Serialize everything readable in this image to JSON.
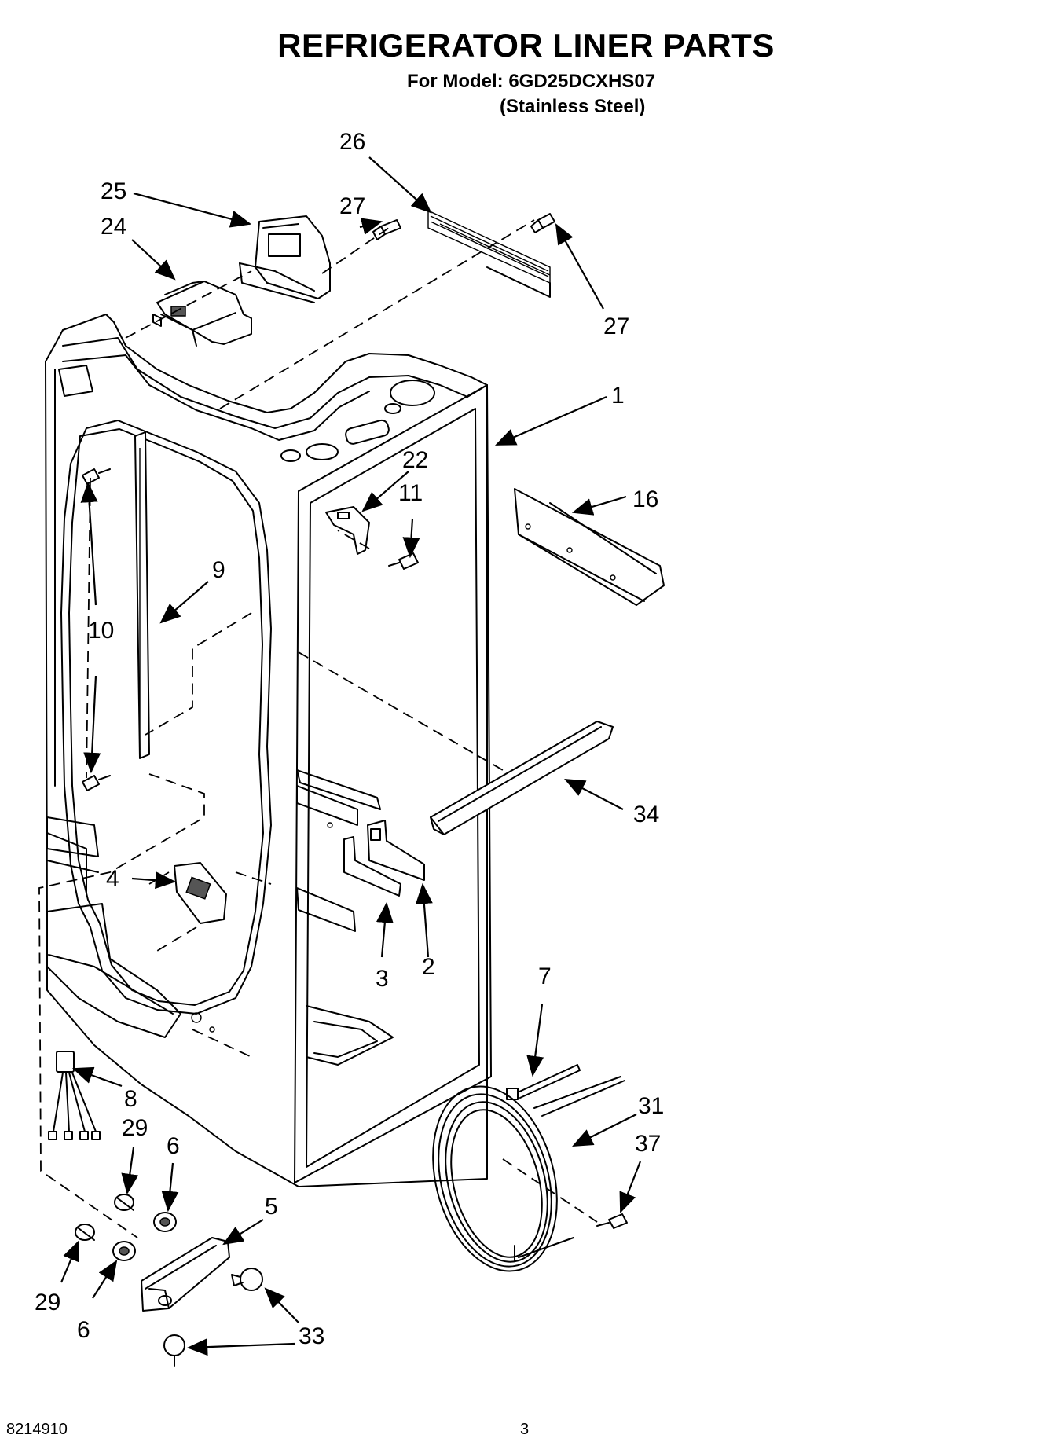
{
  "header": {
    "title": "REFRIGERATOR LINER PARTS",
    "model_line": "For Model: 6GD25DCXHS07",
    "variant": "(Stainless Steel)"
  },
  "callouts": {
    "c1": "1",
    "c2": "2",
    "c3": "3",
    "c4": "4",
    "c5": "5",
    "c6a": "6",
    "c6b": "6",
    "c7": "7",
    "c8": "8",
    "c9": "9",
    "c10": "10",
    "c11": "11",
    "c16": "16",
    "c22": "22",
    "c24": "24",
    "c25": "25",
    "c26": "26",
    "c27a": "27",
    "c27b": "27",
    "c29a": "29",
    "c29b": "29",
    "c31": "31",
    "c33": "33",
    "c34": "34",
    "c37": "37"
  },
  "footer": {
    "doc_number": "8214910",
    "page_number": "3"
  }
}
